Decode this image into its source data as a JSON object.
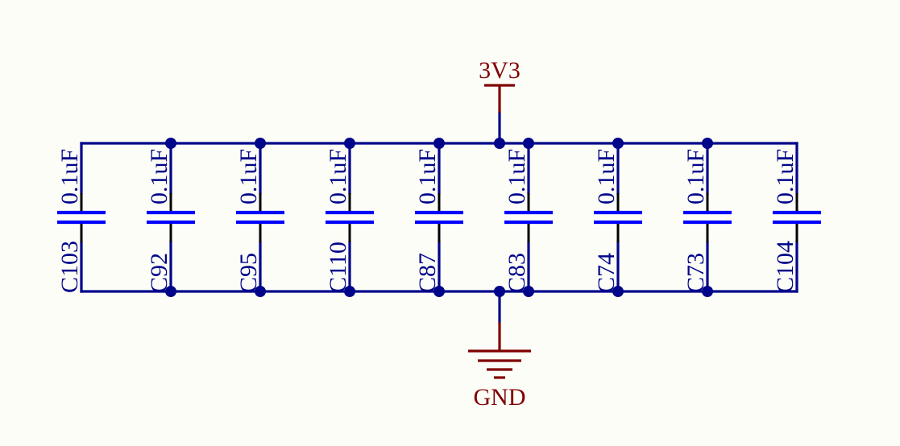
{
  "colors": {
    "wire": "#00058a",
    "capacitor_plate": "#0000ff",
    "net_label": "#800000",
    "pin_stub": "#000000",
    "background": "#fdfdf8"
  },
  "power_net": {
    "label": "3V3"
  },
  "ground_net": {
    "label": "GND"
  },
  "capacitors": [
    {
      "designator": "C103",
      "value": "0.1uF"
    },
    {
      "designator": "C92",
      "value": "0.1uF"
    },
    {
      "designator": "C95",
      "value": "0.1uF"
    },
    {
      "designator": "C110",
      "value": "0.1uF"
    },
    {
      "designator": "C87",
      "value": "0.1uF"
    },
    {
      "designator": "C83",
      "value": "0.1uF"
    },
    {
      "designator": "C74",
      "value": "0.1uF"
    },
    {
      "designator": "C73",
      "value": "0.1uF"
    },
    {
      "designator": "C104",
      "value": "0.1uF"
    }
  ]
}
